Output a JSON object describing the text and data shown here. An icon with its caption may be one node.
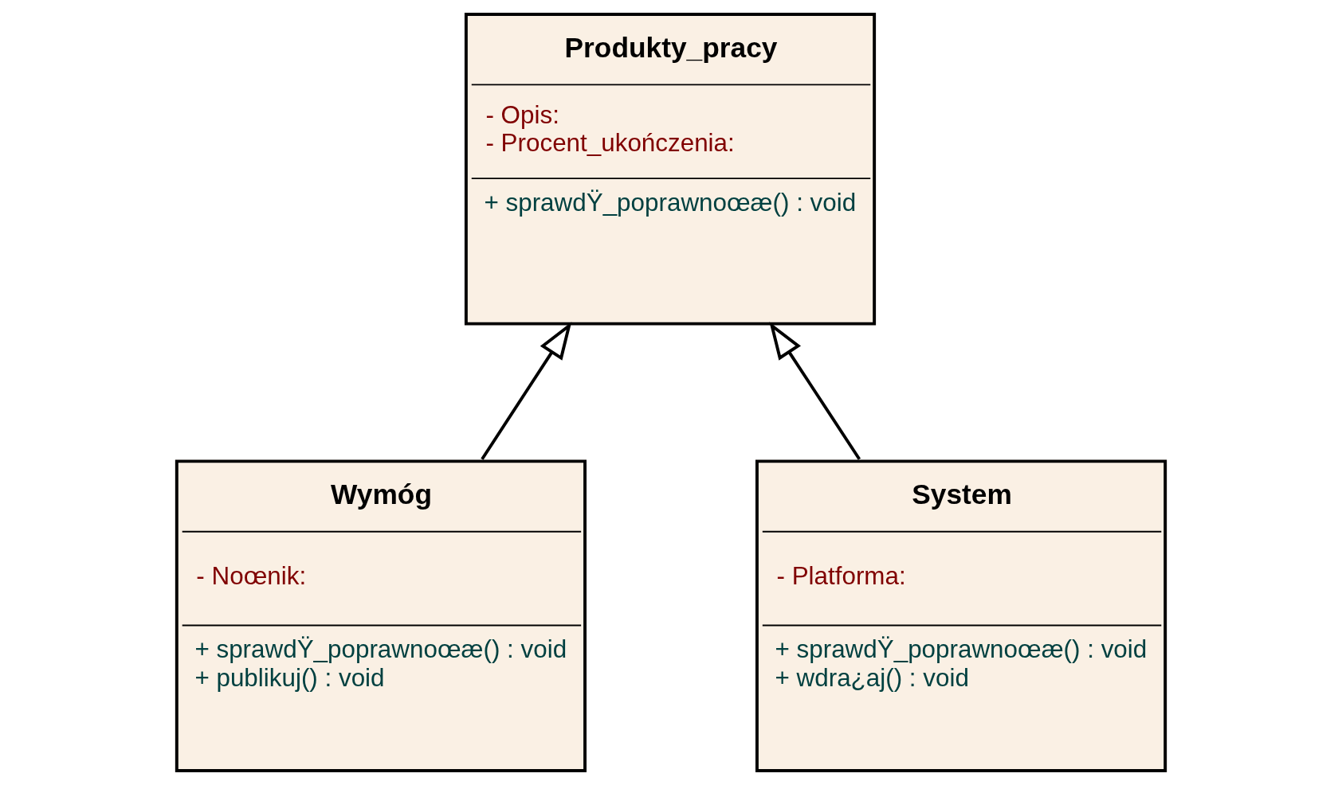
{
  "diagram": {
    "nodes": [
      {
        "text": [
          "Produkty_pracy",
          "- Opis:",
          "- Procent_ukończenia:",
          "+ sprawdŸ_poprawnoœæ() : void"
        ]
      },
      {
        "text": [
          "Wymóg",
          "- Noœnik:",
          "+ sprawdŸ_poprawnoœæ() : void",
          "+ publikuj() : void"
        ]
      },
      {
        "text": [
          "System",
          "- Platforma:",
          "+ sprawdŸ_poprawnoœæ() : void",
          "+ wdra¿aj() : void"
        ]
      }
    ],
    "edges": [
      {
        "from": 1,
        "to": 0,
        "arrow": "to"
      },
      {
        "from": 2,
        "to": 0,
        "arrow": "to"
      }
    ]
  }
}
